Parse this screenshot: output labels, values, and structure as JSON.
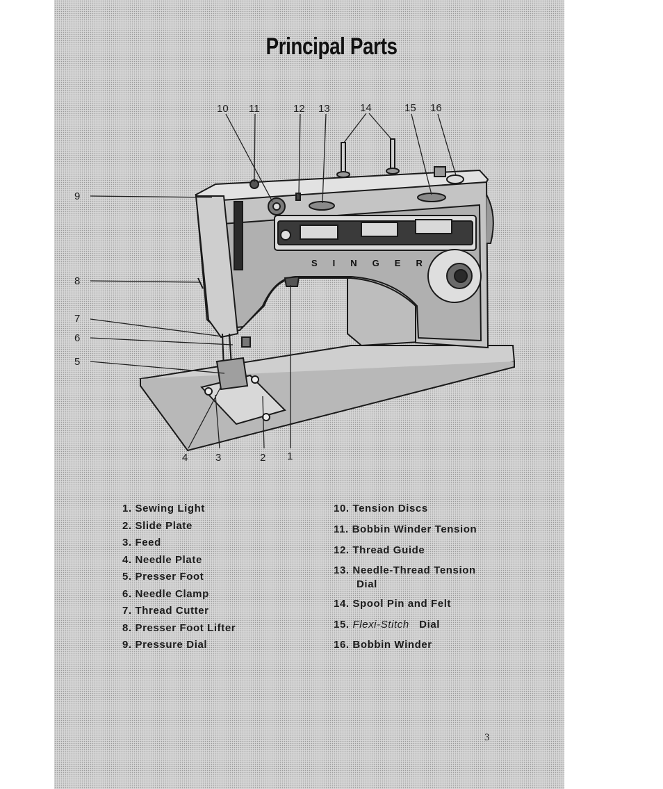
{
  "title": "Principal Parts",
  "callouts": {
    "n1": "1",
    "n2": "2",
    "n3": "3",
    "n4": "4",
    "n5": "5",
    "n6": "6",
    "n7": "7",
    "n8": "8",
    "n9": "9",
    "n10": "10",
    "n11": "11",
    "n12": "12",
    "n13": "13",
    "n14": "14",
    "n15": "15",
    "n16": "16"
  },
  "machine": {
    "brand": "SINGER"
  },
  "parts_left": [
    "1. Sewing Light",
    "2. Slide Plate",
    "3. Feed",
    "4. Needle Plate",
    "5. Presser Foot",
    "6. Needle Clamp",
    "7. Thread Cutter",
    "8. Presser Foot Lifter",
    "9. Pressure Dial"
  ],
  "parts_right": {
    "p10": "10. Tension Discs",
    "p11": "11. Bobbin Winder Tension",
    "p12": "12. Thread Guide",
    "p13_line1": "13. Needle-Thread Tension",
    "p13_line2": "Dial",
    "p14": "14. Spool Pin and Felt",
    "p15_num": "15.",
    "p15_italic": "Flexi-Stitch",
    "p15_rest": "Dial",
    "p16": "16. Bobbin Winder"
  },
  "page_number": "3"
}
